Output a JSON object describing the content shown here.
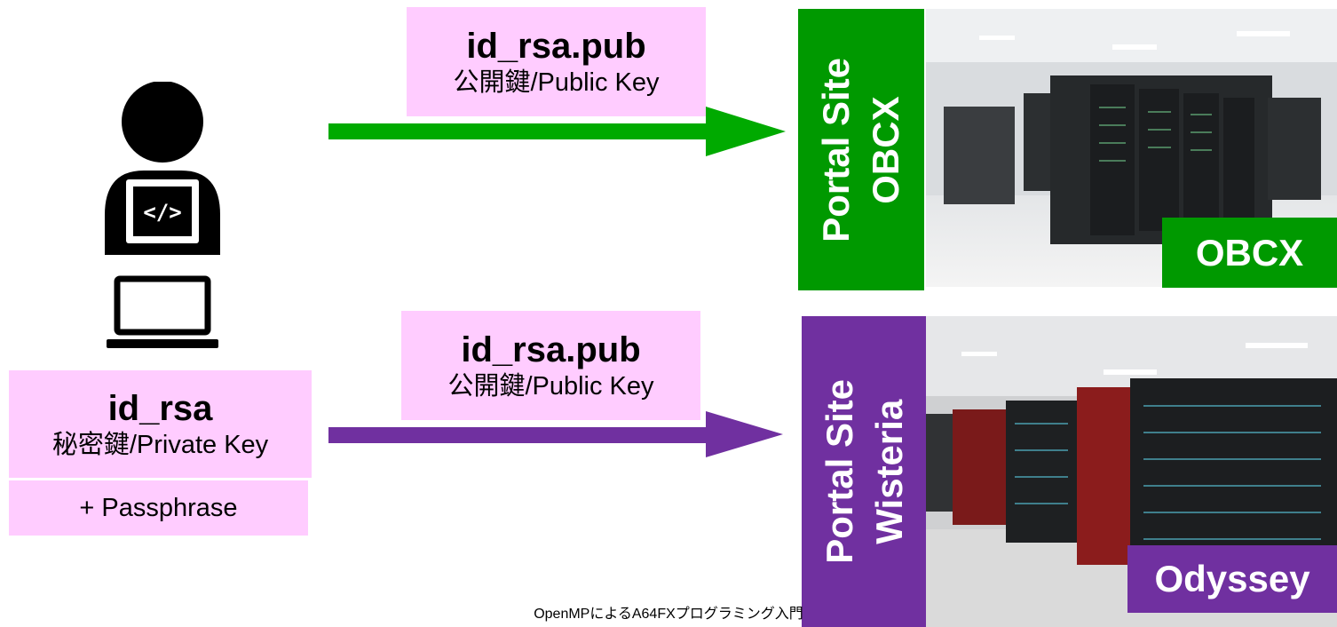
{
  "user": {
    "icon": "person-with-laptop-icon",
    "laptop_icon": "laptop-icon",
    "code_symbol": "</>"
  },
  "private_key": {
    "title": "id_rsa",
    "subtitle": "秘密鍵/Private Key",
    "passphrase": "+ Passphrase"
  },
  "public_key_top": {
    "title": "id_rsa.pub",
    "subtitle": "公開鍵/Public Key"
  },
  "public_key_bottom": {
    "title": "id_rsa.pub",
    "subtitle": "公開鍵/Public Key"
  },
  "portal_obcx": {
    "line1": "Portal Site",
    "line2": "OBCX",
    "machine_label": "OBCX"
  },
  "portal_wisteria": {
    "line1": "Portal Site",
    "line2": "Wisteria",
    "machine_label": "Odyssey"
  },
  "footer": "OpenMPによるA64FXプログラミング入門",
  "colors": {
    "pink": "#ffccff",
    "green": "#009900",
    "purple": "#7030a0"
  }
}
